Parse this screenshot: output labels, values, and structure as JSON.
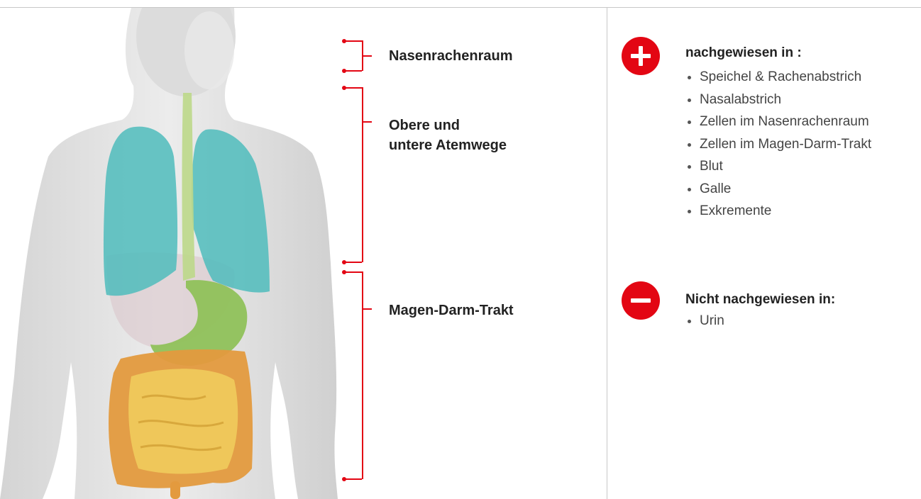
{
  "regions": [
    {
      "label": "Nasenrachenraum"
    },
    {
      "label_line1": "Obere und",
      "label_line2": "untere Atemwege"
    },
    {
      "label": "Magen-Darm-Trakt"
    }
  ],
  "positive": {
    "heading": "nachgewiesen in :",
    "items": [
      "Speichel & Rachenabstrich",
      "Nasalabstrich",
      "Zellen im Nasenrachenraum",
      "Zellen im Magen-Darm-Trakt",
      "Blut",
      "Galle",
      "Exkremente"
    ]
  },
  "negative": {
    "heading": "Nicht nachgewiesen in:",
    "items": [
      "Urin"
    ]
  },
  "colors": {
    "accent_red": "#e30613",
    "skin": "#e6e6e6",
    "lung": "#4fbcbc",
    "stomach": "#8fc15a",
    "esophagus": "#bcd88a",
    "colon": "#e39a3e",
    "small_intestine": "#efc75a"
  },
  "icons": {
    "positive": "plus-icon",
    "negative": "minus-icon"
  }
}
